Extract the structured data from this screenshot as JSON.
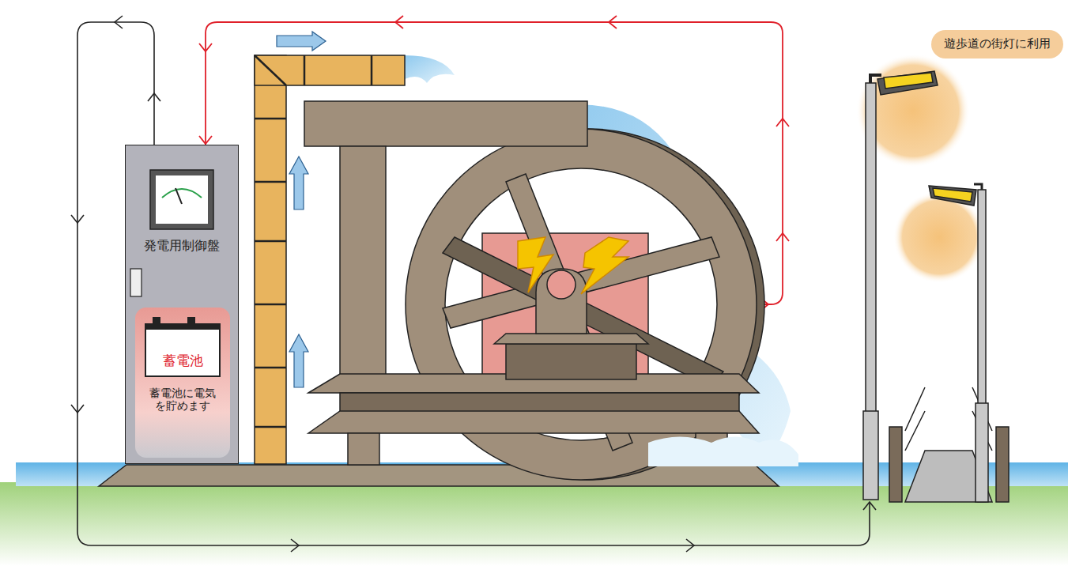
{
  "diagram": {
    "nodes": [
      {
        "text": [
          "発電用制御盤"
        ]
      },
      {
        "text": [
          "蓄電池",
          "蓄電池に電気 を貯めます"
        ],
        "in": 0
      },
      {
        "text": [
          "遊歩道の街灯に利用"
        ]
      }
    ]
  }
}
